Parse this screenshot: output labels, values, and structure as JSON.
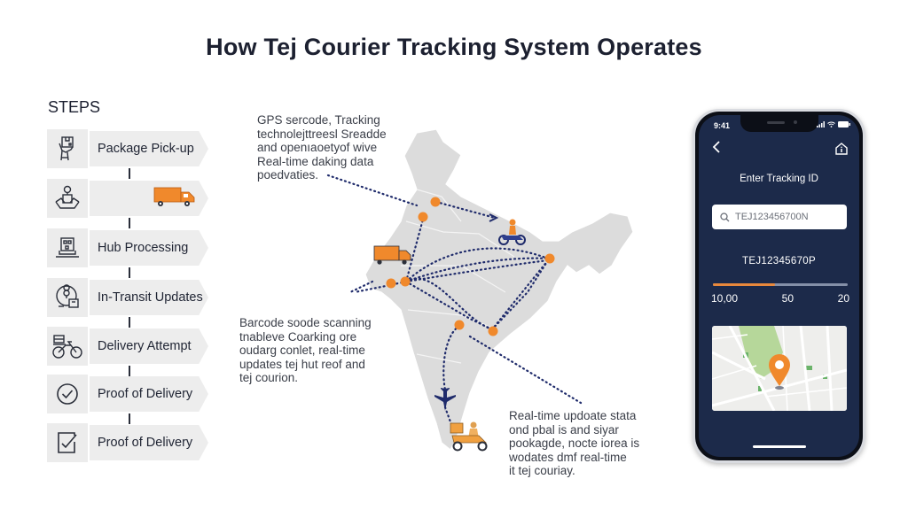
{
  "title": "How Tej Courier Tracking System Operates",
  "steps": {
    "heading": "STEPS",
    "items": [
      {
        "label": "Package Pick-up",
        "icon": "hand-holding-package-icon"
      },
      {
        "label": "",
        "icon": "hands-package-location-icon",
        "inline_icon": "delivery-truck-icon"
      },
      {
        "label": "Hub Processing",
        "icon": "package-on-laptop-icon"
      },
      {
        "label": "In-Transit Updates",
        "icon": "globe-location-package-icon"
      },
      {
        "label": "Delivery Attempt",
        "icon": "delivery-bicycle-icon"
      },
      {
        "label": "Proof of Delivery",
        "icon": "check-circle-icon"
      },
      {
        "label": "Proof of Delivery",
        "icon": "checkbox-check-icon"
      }
    ]
  },
  "annotations": [
    {
      "id": "gps",
      "lines": [
        "GPS sercode, Tracking",
        "technolejttreesl Sreadde",
        "and openıaoetyof wive",
        "Real-time daking data",
        "poedvaties."
      ]
    },
    {
      "id": "barcode",
      "lines": [
        "Barcode soode scanning",
        "tnableve Coarking ore",
        "oudarg conlet, real-time",
        "updates tej hut reof and",
        "tej courion."
      ]
    },
    {
      "id": "realtime",
      "lines": [
        "Real-time updoate stata",
        "ond pbal is and siyar",
        "pookagde, nocte iorea is",
        "wodates dmf real-time",
        "it tej couriay."
      ]
    }
  ],
  "map": {
    "region": "India",
    "accent_color": "#f0892c",
    "route_color": "#1f2b6b",
    "land_color": "#dcdcdc",
    "vehicles": [
      "delivery-truck-icon",
      "motorcycle-rider-icon",
      "airplane-icon",
      "delivery-scooter-icon"
    ]
  },
  "phone": {
    "status_time": "9:41",
    "screen_title": "Enter Tracking ID",
    "search_value": "TEJ123456700N",
    "tracking_id": "TEJ12345670P",
    "progress_percent": 46,
    "progress_labels": [
      "10,00",
      "50",
      "20"
    ],
    "colors": {
      "screen_bg": "#1c2a4a",
      "progress": "#e8883c"
    }
  }
}
